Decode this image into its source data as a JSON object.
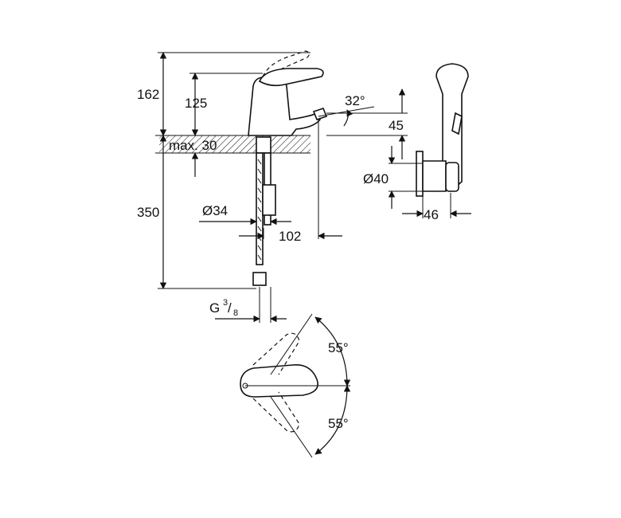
{
  "dimensions": {
    "total_height": "162",
    "spout_height": "125",
    "lever_angle": "32°",
    "spout_offset_height": "45",
    "max_deck_thickness": "max. 30",
    "hand_shower_holder_diameter": "Ø40",
    "below_deck_length": "350",
    "shank_diameter": "Ø34",
    "spout_reach": "102",
    "holder_depth": "46",
    "connection_thread_prefix": "G",
    "connection_thread_num": "3",
    "connection_thread_den": "8",
    "lever_rotation_up": "55°",
    "lever_rotation_down": "55°"
  }
}
